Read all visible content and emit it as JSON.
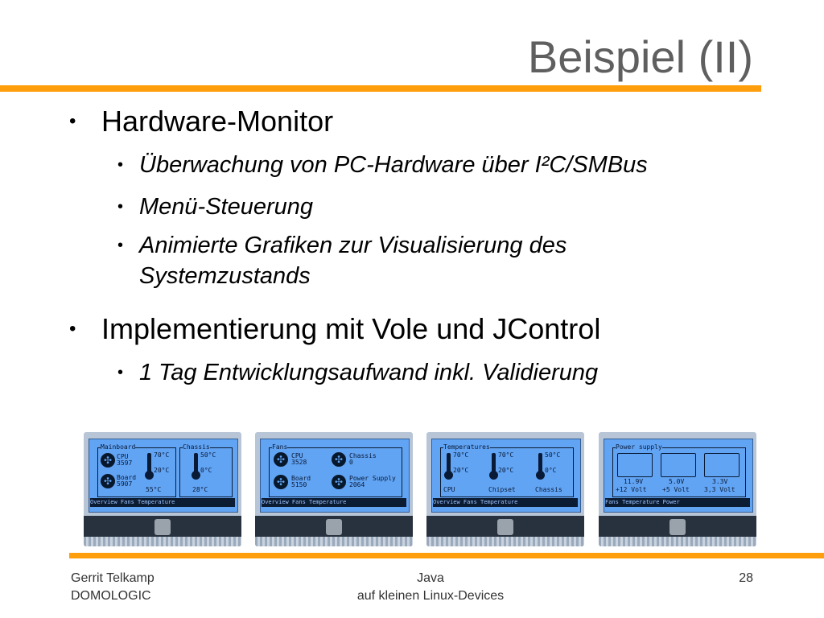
{
  "slide": {
    "title": "Beispiel (II)",
    "bullets": [
      {
        "text": "Hardware-Monitor",
        "subs": [
          "Überwachung von PC-Hardware über I²C/SMBus",
          "Menü-Steuerung",
          "Animierte Grafiken zur Visualisierung des Systemzustands"
        ]
      },
      {
        "text": "Implementierung mit Vole und JControl",
        "subs": [
          "1 Tag Entwicklungsaufwand inkl. Validierung"
        ]
      }
    ],
    "bullet_glyph": "•"
  },
  "screens": {
    "s1": {
      "group_mainboard": "Mainboard",
      "group_chassis": "Chassis",
      "cpu_label": "CPU",
      "cpu_rpm": "3597",
      "board_label": "Board",
      "board_rpm": "5907",
      "t1_max": "70°C",
      "t1_mid": "20°C",
      "t1_val": "55°C",
      "t2_max": "50°C",
      "t2_mid": "0°C",
      "t2_val": "28°C",
      "tabs": "Overview Fans Temperature"
    },
    "s2": {
      "group": "Fans",
      "cpu_label": "CPU",
      "cpu_rpm": "3528",
      "chassis_label": "Chassis",
      "chassis_rpm": "0",
      "board_label": "Board",
      "board_rpm": "5150",
      "psu_label": "Power Supply",
      "psu_rpm": "2064",
      "tabs": "Overview Fans Temperature"
    },
    "s3": {
      "group": "Temperatures",
      "a_max": "70°C",
      "a_mid": "20°C",
      "a_name": "CPU",
      "b_max": "70°C",
      "b_mid": "20°C",
      "b_name": "Chipset",
      "c_max": "50°C",
      "c_mid": "0°C",
      "c_name": "Chassis",
      "tabs": "Overview Fans Temperature"
    },
    "s4": {
      "group": "Power supply",
      "v1": "11.9V",
      "v1_name": "+12 Volt",
      "v2": "5.0V",
      "v2_name": "+5 Volt",
      "v3": "3.3V",
      "v3_name": "3,3 Volt",
      "tabs": "Fans Temperature Power"
    }
  },
  "footer": {
    "author": "Gerrit Telkamp",
    "company": "DOMOLOGIC",
    "topic_line1": "Java",
    "topic_line2": "auf kleinen Linux-Devices",
    "page": "28"
  },
  "colors": {
    "accent_rule": "#ff9e0c",
    "title": "#5f5f5f",
    "lcd_screen": "#62a4f4"
  }
}
